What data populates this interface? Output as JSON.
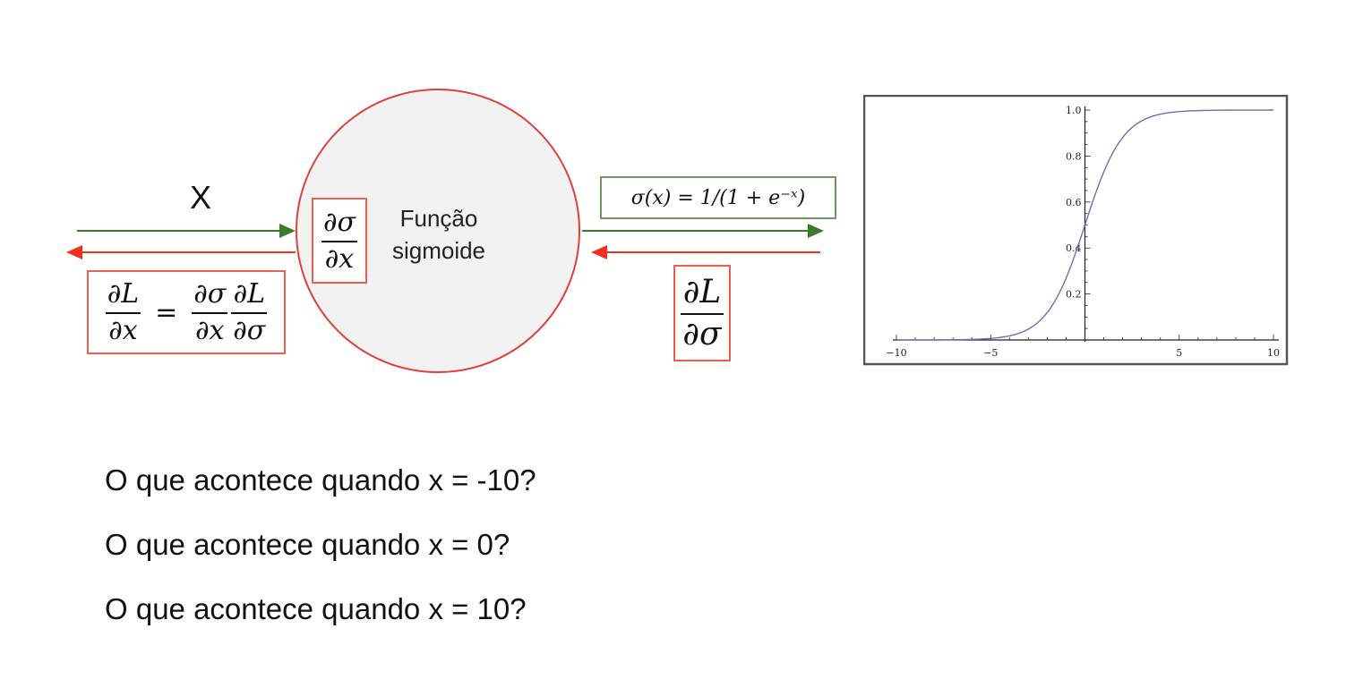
{
  "diagram": {
    "input_label": "X",
    "node_title": "Função",
    "node_subtitle": "sigmoide",
    "local_grad": {
      "num": "∂σ",
      "den": "∂x"
    },
    "chain": {
      "lhs": {
        "num": "∂L",
        "den": "∂x"
      },
      "equals": "=",
      "f1": {
        "num": "∂σ",
        "den": "∂x"
      },
      "f2": {
        "num": "∂L",
        "den": "∂σ"
      }
    },
    "forward_formula": "σ(x) = 1/(1 + e⁻ˣ)",
    "upstream_grad": {
      "num": "∂L",
      "den": "∂σ"
    }
  },
  "colors": {
    "forward_arrow": "#3d7a2b",
    "backward_arrow": "#f0311e",
    "node_fill": "#f2f2f2",
    "node_stroke": "#e0403a",
    "box_red": "#e8604f",
    "box_green": "#6e9a62",
    "curve": "#6e6fa8"
  },
  "chart_data": {
    "type": "line",
    "function": "sigmoid",
    "xlim": [
      -10,
      10
    ],
    "ylim": [
      0,
      1
    ],
    "x_ticks": [
      "-10",
      "-5",
      "5",
      "10"
    ],
    "y_ticks": [
      "0.2",
      "0.4",
      "0.6",
      "0.8",
      "1.0"
    ],
    "grid": false,
    "x": [
      -10,
      -8,
      -6,
      -5,
      -4,
      -3,
      -2,
      -1,
      0,
      1,
      2,
      3,
      4,
      5,
      6,
      8,
      10
    ],
    "y": [
      0.0,
      0.0003,
      0.0025,
      0.0067,
      0.018,
      0.047,
      0.119,
      0.269,
      0.5,
      0.731,
      0.881,
      0.953,
      0.982,
      0.993,
      0.9975,
      0.9997,
      1.0
    ]
  },
  "questions": [
    "O que acontece quando x = -10?",
    "O que acontece quando x = 0?",
    "O que acontece quando x = 10?"
  ]
}
